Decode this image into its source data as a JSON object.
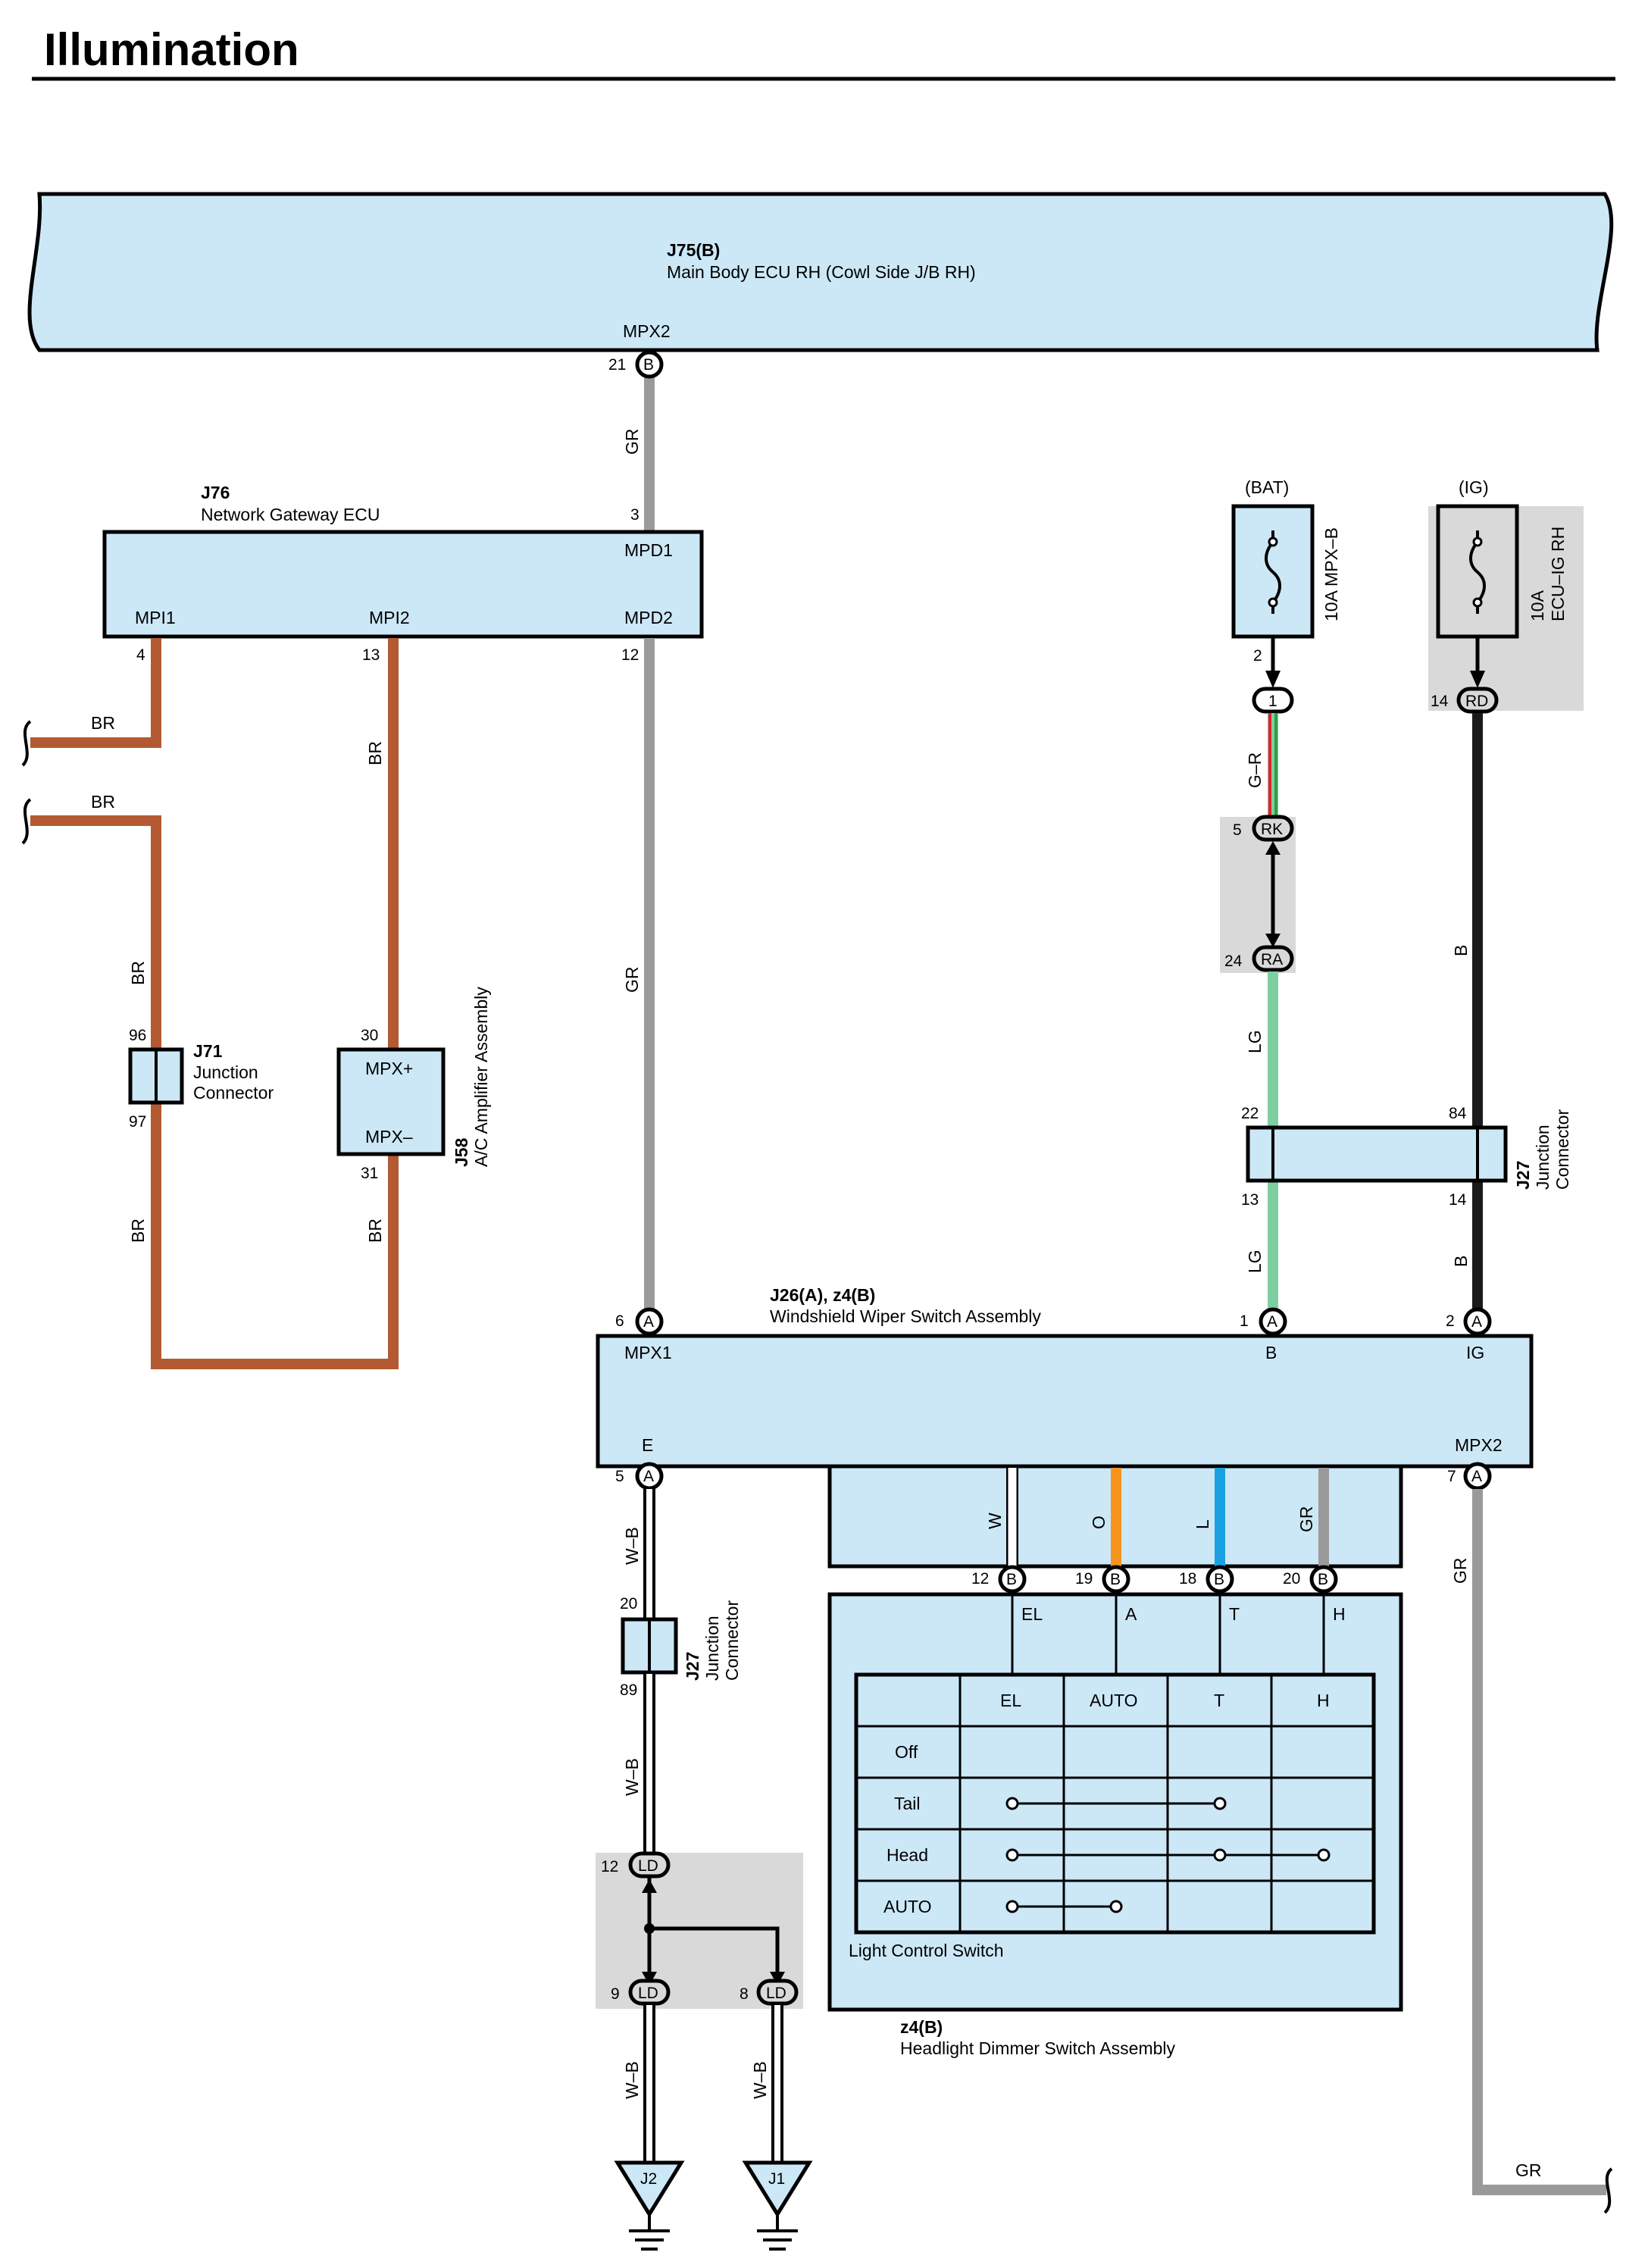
{
  "title": "Illumination",
  "colors": {
    "component_fill": "#cce8f7",
    "brown_wire": "#b35a33",
    "gray_wire": "#9a9a9b",
    "black_wire": "#1a1a1a",
    "light_green_wire": "#7dcea0",
    "orange_wire": "#f7941d",
    "blue_wire": "#1ba1e2",
    "white_wire": "#ffffff",
    "shaded_area": "#d9d9da",
    "red_stripe": "#e8202a",
    "green_stripe": "#2f9e44"
  },
  "components": {
    "j75": {
      "code": "J75(B)",
      "name": "Main Body ECU RH (Cowl Side J/B RH)",
      "terminal": "MPX2",
      "pin": "21",
      "conn": "B"
    },
    "j76": {
      "code": "J76",
      "name": "Network Gateway ECU",
      "terminals": {
        "mpd1": "MPD1",
        "mpd2": "MPD2",
        "mpi1": "MPI1",
        "mpi2": "MPI2"
      },
      "pins": {
        "mpd1": "3",
        "mpd2": "12",
        "mpi1": "4",
        "mpi2": "13"
      }
    },
    "j71": {
      "code": "J71",
      "name_line1": "Junction",
      "name_line2": "Connector",
      "pin_top": "96",
      "pin_bottom": "97"
    },
    "j58": {
      "code": "J58",
      "name": "A/C Amplifier Assembly",
      "term_plus": "MPX+",
      "term_minus": "MPX–",
      "pin_top": "30",
      "pin_bottom": "31"
    },
    "fuse_bat": {
      "supply": "(BAT)",
      "rating": "10A MPX–B",
      "pin": "2"
    },
    "fuse_ig": {
      "supply": "(IG)",
      "rating_line1": "10A",
      "rating_line2": "ECU–IG RH"
    },
    "j27_right": {
      "code": "J27",
      "name_line1": "Junction",
      "name_line2": "Connector",
      "pins": [
        "22",
        "84",
        "13",
        "14"
      ]
    },
    "j26": {
      "code": "J26(A), z4(B)",
      "name": "Windshield Wiper Switch Assembly",
      "terminals": {
        "mpx1": "MPX1",
        "b": "B",
        "ig": "IG",
        "e": "E",
        "mpx2": "MPX2"
      },
      "pins": {
        "mpx1": "6",
        "b": "1",
        "ig": "2",
        "e": "5",
        "mpx2": "7"
      }
    },
    "j27_left": {
      "code": "J27",
      "name_line1": "Junction",
      "name_line2": "Connector",
      "pin_top": "20",
      "pin_bottom": "89"
    },
    "z4": {
      "code": "z4(B)",
      "name": "Headlight Dimmer Switch Assembly",
      "switch_name": "Light Control Switch",
      "terms": [
        "EL",
        "A",
        "T",
        "H"
      ],
      "pins": [
        "12",
        "19",
        "18",
        "20"
      ]
    }
  },
  "connectors": {
    "c1": {
      "pin": "",
      "id": "1"
    },
    "rd": {
      "pin": "14",
      "id": "RD"
    },
    "rk": {
      "pin": "5",
      "id": "RK"
    },
    "ra": {
      "pin": "24",
      "id": "RA"
    },
    "ld_top": {
      "pin": "12",
      "id": "LD"
    },
    "ld_a": {
      "pin": "9",
      "id": "LD"
    },
    "ld_b": {
      "pin": "8",
      "id": "LD"
    }
  },
  "wires": {
    "br": "BR",
    "gr": "GR",
    "gr_red": "G–R",
    "lg": "LG",
    "b": "B",
    "wb": "W–B",
    "w": "W",
    "o": "O",
    "l": "L"
  },
  "grounds": {
    "g2": "J2",
    "g1": "J1"
  },
  "switch_table": {
    "columns": [
      "EL",
      "AUTO",
      "T",
      "H"
    ],
    "rows": [
      "Off",
      "Tail",
      "Head",
      "AUTO"
    ]
  }
}
